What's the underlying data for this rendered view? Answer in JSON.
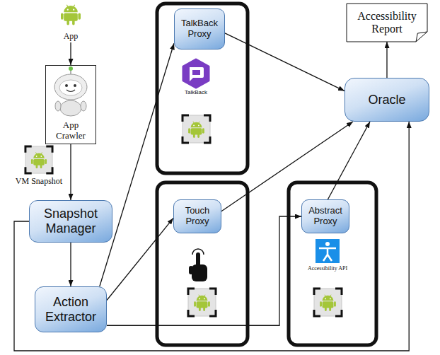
{
  "diagram": {
    "nodes": [
      {
        "text": [
          "App"
        ]
      },
      {
        "text": [
          "App Crawler"
        ]
      },
      {
        "text": [
          "Snapshot Manager"
        ]
      },
      {
        "text": [
          "Action Extractor"
        ]
      },
      {
        "text": [
          "TalkBack Proxy"
        ]
      },
      {
        "text": [
          "Touch Proxy"
        ]
      },
      {
        "text": [
          "Abstract Proxy"
        ]
      },
      {
        "text": [
          "Oracle"
        ]
      },
      {
        "text": [
          "Accessibility Report"
        ]
      }
    ],
    "edges": [
      {
        "from": 0,
        "to": 1,
        "arrow": "to"
      },
      {
        "from": 1,
        "to": 2,
        "arrow": "to"
      },
      {
        "from": 2,
        "to": 3,
        "arrow": "to"
      },
      {
        "from": 3,
        "to": 4,
        "arrow": "to"
      },
      {
        "from": 3,
        "to": 5,
        "arrow": "to"
      },
      {
        "from": 3,
        "to": 6,
        "arrow": "to"
      },
      {
        "from": 4,
        "to": 7,
        "arrow": "to"
      },
      {
        "from": 5,
        "to": 7,
        "arrow": "to"
      },
      {
        "from": 6,
        "to": 7,
        "arrow": "to"
      },
      {
        "from": 2,
        "to": 7,
        "arrow": "to"
      },
      {
        "from": 7,
        "to": 8,
        "arrow": "to"
      }
    ],
    "labels": [
      "VM Snapshot",
      "TalkBack",
      "Accessibility API"
    ]
  }
}
